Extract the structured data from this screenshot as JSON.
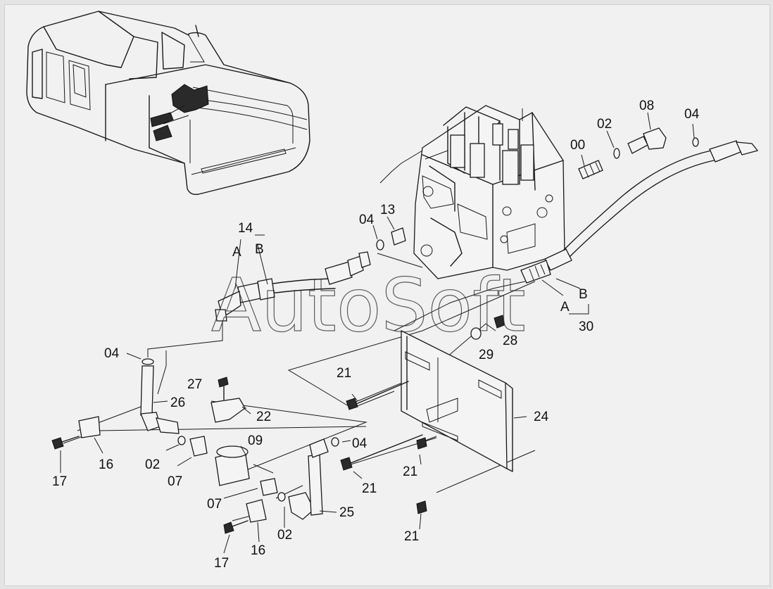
{
  "watermark": "AutoSoft",
  "labels": {
    "l00": "00",
    "l02a": "02",
    "l08": "08",
    "l04a": "04",
    "l04b": "04",
    "l13": "13",
    "l14": "14",
    "lA1": "A",
    "lB1": "B",
    "lB2": "B",
    "lA2": "A",
    "l30": "30",
    "l29": "29",
    "l28": "28",
    "l04c": "04",
    "l21a": "21",
    "l27": "27",
    "l26": "26",
    "l22": "22",
    "l09": "09",
    "l04d": "04",
    "l24": "24",
    "l16a": "16",
    "l17a": "17",
    "l02b": "02",
    "l07a": "07",
    "l07b": "07",
    "l21b": "21",
    "l21c": "21",
    "l25": "25",
    "l02c": "02",
    "l16b": "16",
    "l17b": "17",
    "l21d": "21"
  }
}
